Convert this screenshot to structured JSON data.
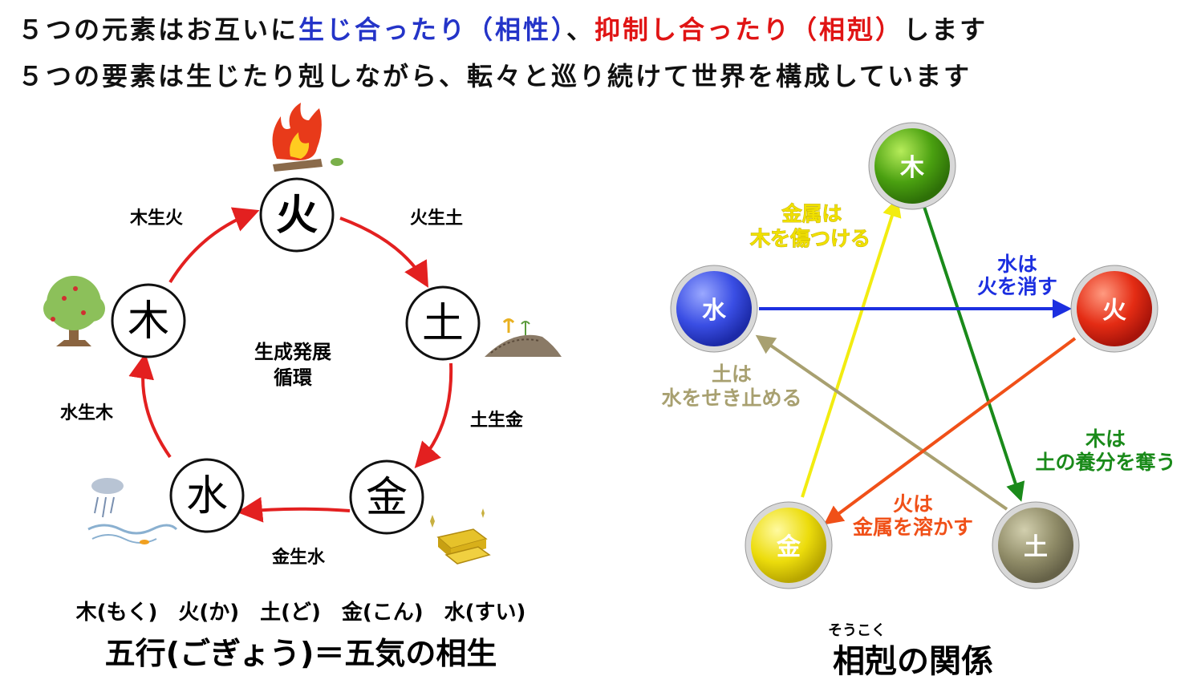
{
  "headline": {
    "line1": {
      "part1": "５つの元素はお互いに",
      "part2": "生じ合ったり（相性）",
      "part3": "、",
      "part4": "抑制し合ったり（相剋）",
      "part5": "します"
    },
    "line2": "５つの要素は生じたり剋しながら、転々と巡り続けて世界を構成しています"
  },
  "colors": {
    "blue_text": "#2434c8",
    "red_text": "#e01414",
    "cycle_arrow": "#e32020",
    "wood": "#48a010",
    "fire": "#e02a14",
    "earth": "#8e8a66",
    "metal": "#e6d80e",
    "water": "#3a4ee0"
  },
  "sousei": {
    "nodes": {
      "fire": "火",
      "earth": "土",
      "metal": "金",
      "water": "水",
      "wood": "木"
    },
    "edges": {
      "wood_fire": "木生火",
      "fire_earth": "火生土",
      "earth_metal": "土生金",
      "metal_water": "金生水",
      "water_wood": "水生木"
    },
    "center": [
      "生成発展",
      "循環"
    ],
    "readings": "木(もく)　火(か)　土(ど)　金(こん)　水(すい)",
    "title": "五行(ごぎょう)＝五気の相生"
  },
  "soukoku": {
    "nodes": {
      "wood": "木",
      "fire": "火",
      "earth": "土",
      "metal": "金",
      "water": "水"
    },
    "arrows": {
      "metal_wood": [
        "金属は",
        "木を傷つける"
      ],
      "water_fire": [
        "水は",
        "火を消す"
      ],
      "earth_water": [
        "土は",
        "水をせき止める"
      ],
      "wood_earth": [
        "木は",
        "土の養分を奪う"
      ],
      "fire_metal": [
        "火は",
        "金属を溶かす"
      ]
    },
    "furigana": "そうこく",
    "title": "相剋の関係"
  }
}
